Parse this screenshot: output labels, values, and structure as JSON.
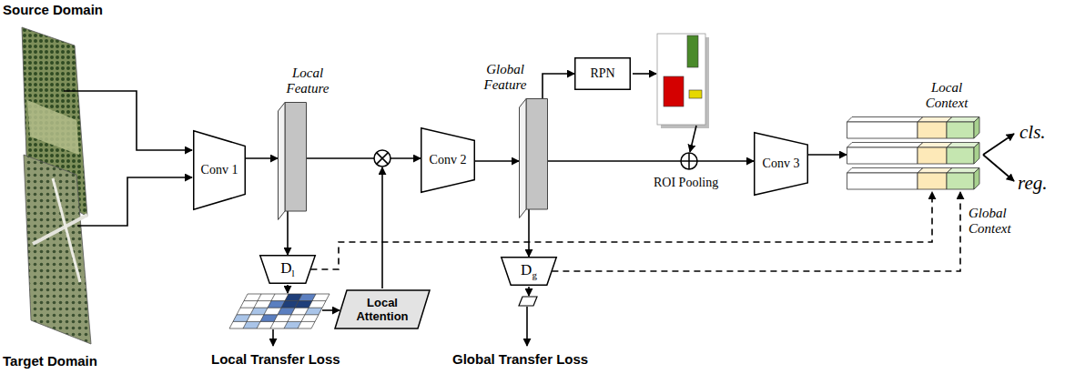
{
  "diagram": {
    "nodes": [
      {
        "text": [
          "Conv 1"
        ]
      },
      {
        "text": [
          "Local Feature"
        ]
      },
      {
        "text": [
          "Conv 2"
        ]
      },
      {
        "text": [
          "Global Feature"
        ]
      },
      {
        "text": [
          "RPN"
        ]
      },
      {
        "text": [
          "D",
          "l"
        ]
      },
      {
        "text": [
          "Local Attention"
        ]
      },
      {
        "text": [
          "D",
          "g"
        ]
      },
      {
        "text": [
          "Conv 3"
        ]
      },
      {
        "text": [
          "Local Context"
        ]
      }
    ],
    "edges": [
      {
        "from": 0,
        "to": 1,
        "arrow": "to"
      },
      {
        "from": 1,
        "to": 2,
        "arrow": "to"
      },
      {
        "from": 2,
        "to": 3,
        "arrow": "to"
      },
      {
        "from": 3,
        "to": 4,
        "arrow": "to"
      },
      {
        "from": 3,
        "to": 8,
        "arrow": "to"
      },
      {
        "from": 8,
        "to": 9,
        "arrow": "to"
      },
      {
        "from": 1,
        "to": 5,
        "arrow": "to"
      },
      {
        "from": 3,
        "to": 7,
        "arrow": "to"
      },
      {
        "from": 5,
        "to": 9,
        "arrow": "to"
      },
      {
        "from": 7,
        "to": 9,
        "arrow": "to"
      }
    ],
    "labels": [
      "Source Domain",
      "Target Domain",
      "ROI Pooling",
      "cls.",
      "reg.",
      "Global Context",
      "Local Transfer Loss",
      "Global Transfer Loss"
    ]
  }
}
